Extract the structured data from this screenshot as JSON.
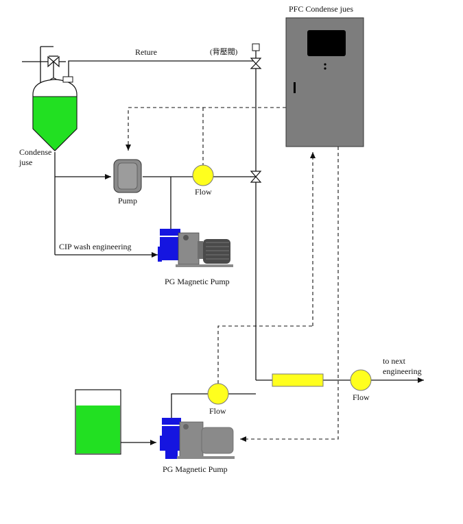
{
  "labels": {
    "panel_title": "PFC Condense jues",
    "return_line": "Reture",
    "back_pressure_valve": "(背壓閥)",
    "tank_top": "Condense",
    "tank_bottom": "juse",
    "pump_upper": "Pump",
    "flow_upper": "Flow",
    "cip_line": "CIP wash engineering",
    "magnetic_pump_upper": "PG Magnetic Pump",
    "flow_lower_left": "Flow",
    "flow_lower_right": "Flow",
    "next_step_line1": "to next",
    "next_step_line2": "engineering",
    "magnetic_pump_lower": "PG Magnetic Pump"
  },
  "colors": {
    "liquid": "#22e022",
    "flow_meter": "#ffff1e",
    "panel": "#7d7d7d",
    "panel_screen": "#000000",
    "pump_body": "#8a8a8a",
    "pump_head_blue": "#1515e0",
    "motor": "#4a4a4a",
    "pipe": "#111111"
  },
  "icons": [
    "control-panel-icon",
    "three-way-valve-icon",
    "back-pressure-valve-icon",
    "mixing-tank-icon",
    "centrifugal-pump-icon",
    "magnetic-pump-icon",
    "flow-meter-icon",
    "inline-filter-icon",
    "storage-tank-icon"
  ]
}
